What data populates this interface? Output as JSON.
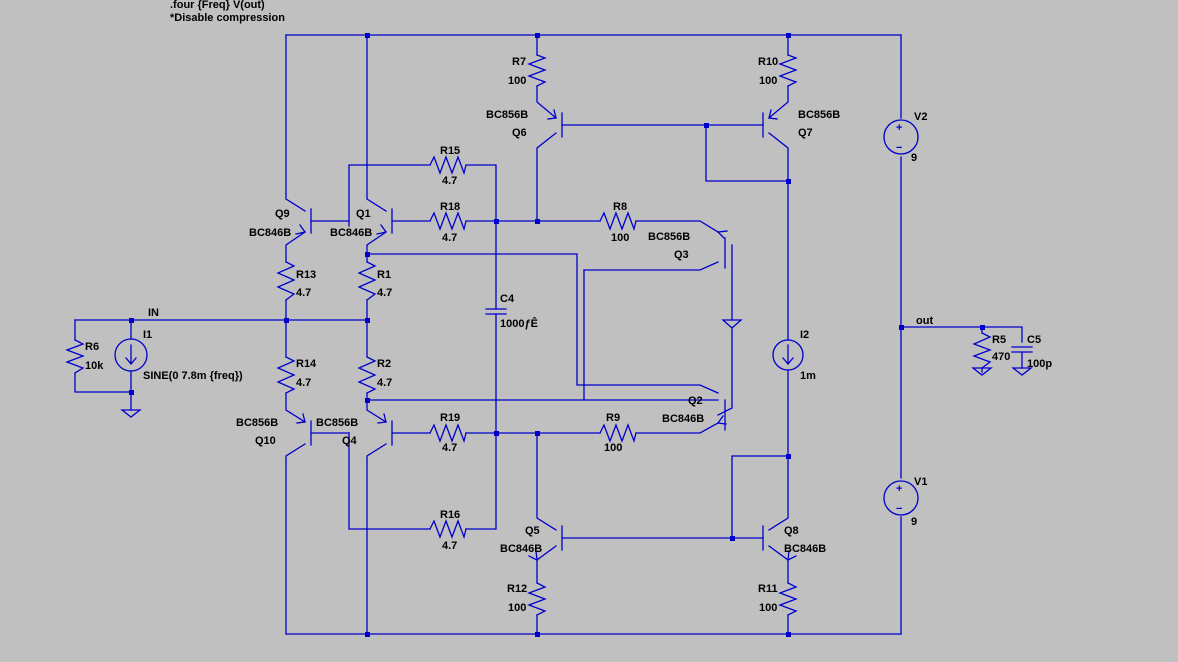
{
  "directives": [
    ".four {Freq}  V(out)",
    "*Disable compression"
  ],
  "nets": {
    "in": "IN",
    "out": "out"
  },
  "resistors": [
    {
      "name": "R7",
      "value": "100"
    },
    {
      "name": "R10",
      "value": "100"
    },
    {
      "name": "R15",
      "value": "4.7"
    },
    {
      "name": "R18",
      "value": "4.7"
    },
    {
      "name": "R8",
      "value": "100"
    },
    {
      "name": "R13",
      "value": "4.7"
    },
    {
      "name": "R1",
      "value": "4.7"
    },
    {
      "name": "R6",
      "value": "10k"
    },
    {
      "name": "R14",
      "value": "4.7"
    },
    {
      "name": "R2",
      "value": "4.7"
    },
    {
      "name": "R19",
      "value": "4.7"
    },
    {
      "name": "R9",
      "value": "100"
    },
    {
      "name": "R16",
      "value": "4.7"
    },
    {
      "name": "R12",
      "value": "100"
    },
    {
      "name": "R11",
      "value": "100"
    },
    {
      "name": "R5",
      "value": "470"
    }
  ],
  "capacitors": [
    {
      "name": "C4",
      "value": "1000ƒÊ"
    },
    {
      "name": "C5",
      "value": "100p"
    }
  ],
  "transistors": [
    {
      "name": "Q6",
      "model": "BC856B"
    },
    {
      "name": "Q7",
      "model": "BC856B"
    },
    {
      "name": "Q9",
      "model": "BC846B"
    },
    {
      "name": "Q1",
      "model": "BC846B"
    },
    {
      "name": "Q3",
      "model": "BC856B"
    },
    {
      "name": "Q2",
      "model": "BC846B"
    },
    {
      "name": "Q10",
      "model": "BC856B"
    },
    {
      "name": "Q4",
      "model": "BC856B"
    },
    {
      "name": "Q5",
      "model": "BC846B"
    },
    {
      "name": "Q8",
      "model": "BC846B"
    }
  ],
  "sources": [
    {
      "name": "V2",
      "value": "9"
    },
    {
      "name": "V1",
      "value": "9"
    },
    {
      "name": "I1",
      "value": "SINE(0 7.8m {freq})"
    },
    {
      "name": "I2",
      "value": "1m"
    }
  ],
  "polarity": {
    "plus": "+",
    "minus": "−"
  },
  "colors": {
    "background": "#c0c0c0",
    "wire": "#0000cc",
    "text": "#000000"
  }
}
